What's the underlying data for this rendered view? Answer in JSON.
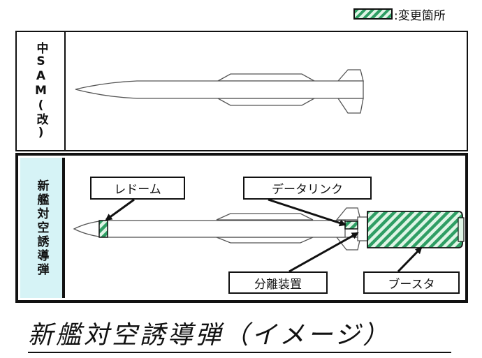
{
  "legend": {
    "label": ":変更箇所",
    "color": "#2f9e64"
  },
  "top_panel": {
    "label": "中SAM(改)"
  },
  "bottom_panel": {
    "label": "新艦対空誘導弾",
    "bg_color": "#d6f3f6"
  },
  "callouts": {
    "radome": "レドーム",
    "datalink": "データリンク",
    "separation": "分離装置",
    "booster": "ブースタ"
  },
  "caption": "新艦対空誘導弾（イメージ）"
}
